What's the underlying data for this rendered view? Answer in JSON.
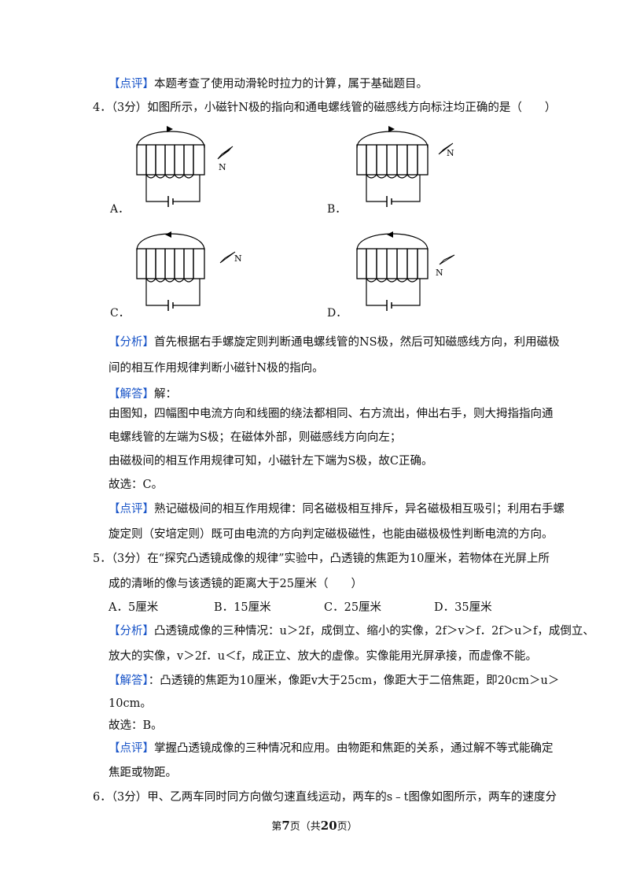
{
  "q3_comment": {
    "tag": "【点评】",
    "text": "本题考查了使用动滑轮时拉力的计算，属于基础题目。"
  },
  "q4": {
    "stem": "4．（3分）如图所示，小磁针N极的指向和通电螺线管的磁感线方向标注均正确的是（　　）",
    "options": [
      {
        "label": "A．",
        "n_label": "N",
        "arrow": "right"
      },
      {
        "label": "B．",
        "n_label": "N",
        "arrow": "right"
      },
      {
        "label": "C．",
        "n_label": "N",
        "arrow": "left"
      },
      {
        "label": "D．",
        "n_label": "N",
        "arrow": "left"
      }
    ],
    "analysis": {
      "tag": "【分析】",
      "lines": [
        "首先根据右手螺旋定则判断通电螺线管的NS极，然后可知磁感线方向，利用磁极",
        "间的相互作用规律判断小磁针N极的指向。"
      ]
    },
    "answer": {
      "tag": "【解答】",
      "head": "解：",
      "lines": [
        "由图知，四幅图中电流方向和线圈的绕法都相同、右方流出，伸出右手，则大拇指指向通",
        "电螺线管的左端为S极；在磁体外部，则磁感线方向向左；",
        "由磁极间的相互作用规律可知，小磁针左下端为S极，故C正确。",
        "故选：C。"
      ]
    },
    "comment": {
      "tag": "【点评】",
      "lines": [
        "熟记磁极间的相互作用规律：同名磁极相互排斥，异名磁极相互吸引；利用右手螺",
        "旋定则（安培定则）既可由电流的方向判定磁极磁性，也能由磁极极性判断电流的方向。"
      ]
    }
  },
  "q5": {
    "stem_lines": [
      "5．（3分）在“探究凸透镜成像的规律”实验中，凸透镜的焦距为10厘米，若物体在光屏上所",
      "成的清晰的像与该透镜的距离大于25厘米（　　）"
    ],
    "options": [
      "A．5厘米",
      "B．15厘米",
      "C．25厘米",
      "D．35厘米"
    ],
    "analysis": {
      "tag": "【分析】",
      "lines": [
        "凸透镜成像的三种情况：u＞2f，成倒立、缩小的实像，2f＞v＞f．2f＞u＞f，成倒立、",
        "放大的实像，v＞2f．u＜f，成正立、放大的虚像。实像能用光屏承接，而虚像不能。"
      ]
    },
    "answer": {
      "tag": "【解答】",
      "lines": [
        "：凸透镜的焦距为10厘米，像距v大于25cm，像距大于二倍焦距，即20cm＞u＞",
        "10cm。",
        "故选：B。"
      ]
    },
    "comment": {
      "tag": "【点评】",
      "lines": [
        "掌握凸透镜成像的三种情况和应用。由物距和焦距的关系，通过解不等式能确定",
        "焦距或物距。"
      ]
    }
  },
  "q6": {
    "stem": "6．（3分）甲、乙两车同时同方向做匀速直线运动，两车的s﹣t图像如图所示，两车的速度分"
  },
  "footer": {
    "pre": "第",
    "page": "7",
    "mid": "页（共",
    "total": "20",
    "post": "页）"
  }
}
